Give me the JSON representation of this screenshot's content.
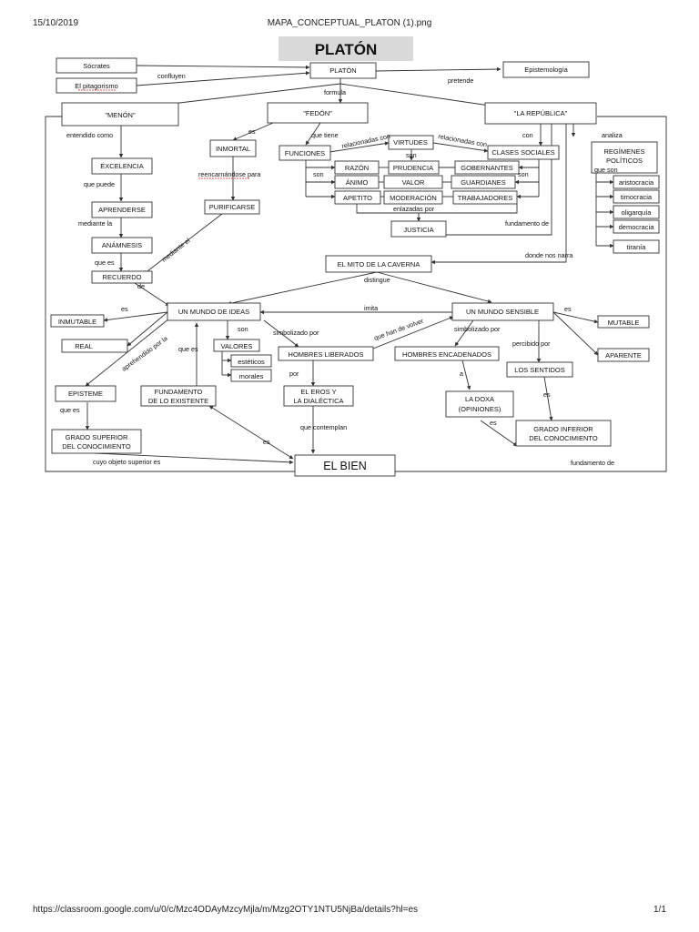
{
  "header": {
    "date": "15/10/2019",
    "file_title": "MAPA_CONCEPTUAL_PLATON (1).png"
  },
  "footer": {
    "url": "https://classroom.google.com/u/0/c/Mzc4ODAyMzcyMjla/m/Mzg2OTY1NTU5NjBa/details?hl=es",
    "page": "1/1"
  },
  "colors": {
    "title_band": "#d9d9d9",
    "line": "#333333",
    "misspelling_underline": "#d22222"
  },
  "map": {
    "title": "PLATÓN",
    "nodes": {
      "socrates": "Sócrates",
      "pitagorismo": "El pitagorismo",
      "platon": "PLATÓN",
      "epistemologia": "Epistemología",
      "menon": "\"MENÓN\"",
      "fedon": "\"FEDÓN\"",
      "republica": "\"LA REPÚBLICA\"",
      "excelencia": "EXCELENCIA",
      "aprenderse": "APRENDERSE",
      "anamnesis": "ANÁMNESIS",
      "recuerdo": "RECUERDO",
      "inmortal": "INMORTAL",
      "purificarse": "PURIFICARSE",
      "funciones": "FUNCIONES",
      "virtudes": "VIRTUDES",
      "clases": "CLASES SOCIALES",
      "razon": "RAZÓN",
      "animo": "ÁNIMO",
      "apetito": "APETITO",
      "prudencia": "PRUDENCIA",
      "valor": "VALOR",
      "moderacion": "MODERACIÓN",
      "gobernantes": "GOBERNANTES",
      "guardianes": "GUARDIANES",
      "trabajadores": "TRABAJADORES",
      "justicia": "JUSTICIA",
      "regimenes_1": "REGÍMENES",
      "regimenes_2": "POLÍTICOS",
      "aristocracia": "aristocracia",
      "timocracia": "timocracia",
      "oligarquia": "oligarquía",
      "democracia": "democracia",
      "tirania": "tiranía",
      "mito": "EL MITO DE LA CAVERNA",
      "mundo_ideas": "UN MUNDO DE IDEAS",
      "mundo_sensible": "UN MUNDO SENSIBLE",
      "inmutable": "INMUTABLE",
      "real": "REAL",
      "valores": "VALORES",
      "esteticos": "estéticos",
      "morales": "morales",
      "hombres_liberados": "HOMBRES LIBERADOS",
      "hombres_encadenados": "HOMBRES ENCADENADOS",
      "mutable": "MUTABLE",
      "aparente": "APARENTE",
      "los_sentidos": "LOS SENTIDOS",
      "episteme": "EPISTEME",
      "fundamento_1": "FUNDAMENTO",
      "fundamento_2": "DE LO EXISTENTE",
      "eros_1": "EL EROS Y",
      "eros_2": "LA DIALÉCTICA",
      "doxa_1": "LA DOXA",
      "doxa_2": "(OPINIONES)",
      "grado_sup_1": "GRADO SUPERIOR",
      "grado_sup_2": "DEL CONOCIMIENTO",
      "grado_inf_1": "GRADO INFERIOR",
      "grado_inf_2": "DEL CONOCIMIENTO",
      "el_bien": "EL BIEN"
    },
    "labels": {
      "confluyen": "confluyen",
      "pretende": "pretende",
      "formula": "formula",
      "entendido_como": "entendido como",
      "es": "es",
      "que_tiene": "que tiene",
      "con": "con",
      "analiza": "analiza",
      "relacionadas_con_1": "relacionadas con",
      "relacionadas_con_2": "relacionadas con",
      "son_1": "son",
      "son_2": "son",
      "son_3": "son",
      "reencarnandose": "reencarnándose para",
      "que_puede": "que puede",
      "mediante_la": "mediante la",
      "mediante_el": "mediante el",
      "que_es": "que es",
      "enlazadas_por": "enlazadas por",
      "fundamento_de_1": "fundamento de",
      "que_son": "que son",
      "donde_nos_narra": "donde nos narra",
      "distingue": "distingue",
      "de": "de",
      "es_2": "es",
      "es_3": "es",
      "son_4": "son",
      "simbolizado_por_1": "simbolizado por",
      "imita": "imita",
      "simbolizado_por_2": "simbolizado por",
      "que_han_de_volver": "que han de volver",
      "percibido_por": "percibido por",
      "aprehendido_por_la": "aprehendido por la",
      "que_es_2": "que es",
      "por": "por",
      "a": "a",
      "es_4": "es",
      "que_es_3": "que es",
      "que_contemplan": "que contemplan",
      "es_5": "es",
      "es_6": "es",
      "cuyo_objeto": "cuyo objeto superior es",
      "fundamento_de_2": "fundamento de"
    }
  }
}
